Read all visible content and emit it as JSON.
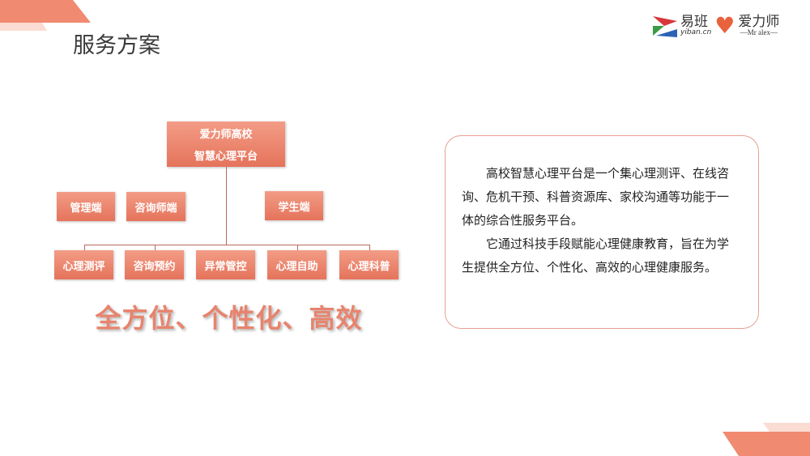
{
  "header": {
    "title": "服务方案"
  },
  "logo": {
    "yiban_name": "易班",
    "yiban_domain": "yiban.cn",
    "ailishi_name": "爱力师",
    "ailishi_sub": "—Mr alex—"
  },
  "chart": {
    "root": {
      "line1": "爱力师高校",
      "line2": "智慧心理平台"
    },
    "clients": [
      "管理端",
      "咨询师端",
      "学生端"
    ],
    "modules": [
      "心理测评",
      "咨询预约",
      "异常管控",
      "心理自助",
      "心理科普"
    ],
    "slogan": "全方位、个性化、高效"
  },
  "description": {
    "paragraphs": [
      "高校智慧心理平台是一个集心理测评、在线咨询、危机干预、科普资源库、家校沟通等功能于一体的综合性服务平台。",
      "它通过科技手段赋能心理健康教育，旨在为学生提供全方位、个性化、高效的心理健康服务。"
    ]
  },
  "colors": {
    "accent": "#f08a70",
    "accent_light": "#fbdcd3"
  }
}
